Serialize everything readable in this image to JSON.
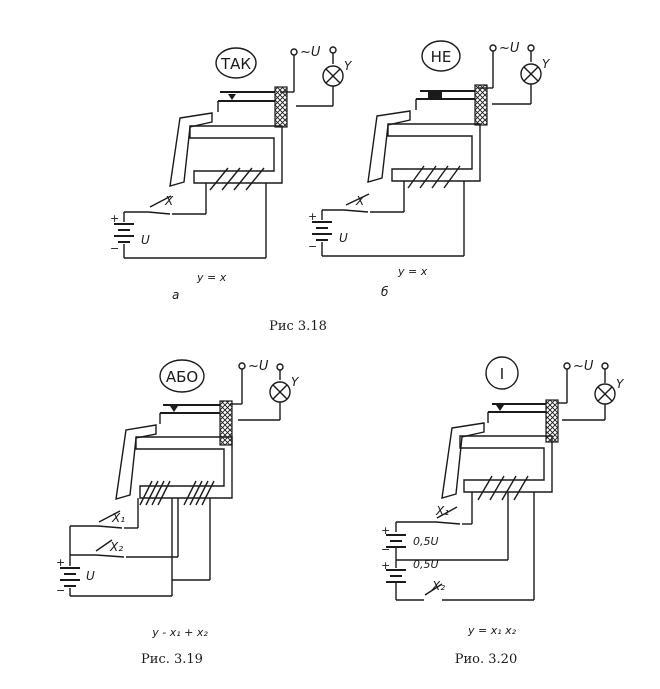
{
  "figures": [
    {
      "id": "fig-3-18a",
      "gate_label": "ТАК",
      "supply_label": "~U",
      "lamp_label": "Y",
      "inputs": [
        "X"
      ],
      "battery_label": "U",
      "plus": "+",
      "minus": "−",
      "equation": "y = x",
      "sub_label": "а"
    },
    {
      "id": "fig-3-18b",
      "gate_label": "НЕ",
      "supply_label": "~U",
      "lamp_label": "Y",
      "inputs": [
        "X"
      ],
      "battery_label": "U",
      "plus": "+",
      "minus": "−",
      "equation": "y = x",
      "sub_label": "б"
    },
    {
      "id": "fig-3-19",
      "gate_label": "АБО",
      "supply_label": "~U",
      "lamp_label": "Y",
      "inputs": [
        "X₁",
        "X₂"
      ],
      "battery_label": "U",
      "plus": "+",
      "minus": "−",
      "equation": "y - x₁ + x₂"
    },
    {
      "id": "fig-3-20",
      "gate_label": "I",
      "supply_label": "~U",
      "lamp_label": "Y",
      "inputs": [
        "X₁",
        "X₂"
      ],
      "battery_labels": [
        "0,5U",
        "0,5U"
      ],
      "plus": "+",
      "minus": "−",
      "equation": "y = x₁ x₂"
    }
  ],
  "captions": {
    "fig_3_18": "Рис  3.18",
    "fig_3_19": "Рис. 3.19",
    "fig_3_20": "Рио. 3.20"
  }
}
